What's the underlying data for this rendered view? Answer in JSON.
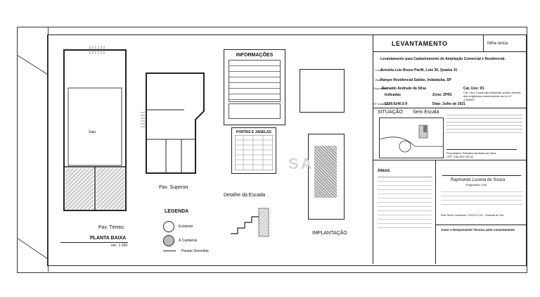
{
  "header": {
    "title": "LEVANTAMENTO",
    "sheet": "folha única"
  },
  "title_block": {
    "description": "Levantamento para Cadastramento de Ampliação Comercial e Residencial.",
    "local_label": "Local",
    "local": "Avenida Luiz Bruno Parilli, Lote 30, Quadra 31",
    "bairro_label": "Bairro",
    "bairro": "Parque Residencial Sabiás, Indaiatuba, SP",
    "proprietario_label": "Proprietário",
    "proprietario": "Reinaldo Andrade da Silva",
    "cad_label": "Nº Cadastral",
    "cad": "5239.6240.5-9",
    "indicadas": "Indicadas",
    "zona": "Zona: ZPR2",
    "data": "Data: Julho de 2021",
    "cat_uso": "Cat. Uso: R1",
    "cat_uso2": "Cat. Uso: Comercial Individual, porém diversa das exigências concernentes na Lei nº 4.066/03.",
    "situacao": "SITUAÇÃO",
    "sem_escala": "Sem Escala",
    "sign_owner": "Proprietário: Reinaldo Andrade da Silva",
    "sign_cpf": "CPF: 248.153.706-42",
    "resp_name": "Raymundo Lucena de Souza",
    "resp_title": "Engenheiro Civil",
    "resp_addr": "Rua Sílvio Canavesi, 197/2/71,A1 - Morada do Sol",
    "resp_footer": "Autor e Responsável Técnico pelo Levantamento",
    "areas_title": "ÁREAS"
  },
  "informacoes": {
    "title": "INFORMAÇÕES"
  },
  "portas": {
    "title": "PORTAS E JANELAS"
  },
  "labels": {
    "pav_superior": "Pav. Superior",
    "pav_terreo": "Pav. Térreo",
    "planta_baixa": "PLANTA BAIXA",
    "escala": "esc. 1:100",
    "detalhe": "Detalhe da Escada",
    "implantacao": "IMPLANTAÇÃO",
    "legenda": "LEGENDA",
    "existente": "Existente",
    "a_cadastrar": "À Cadastrar",
    "parede_demolida": "Parede Demolida",
    "sala": "Sala"
  }
}
